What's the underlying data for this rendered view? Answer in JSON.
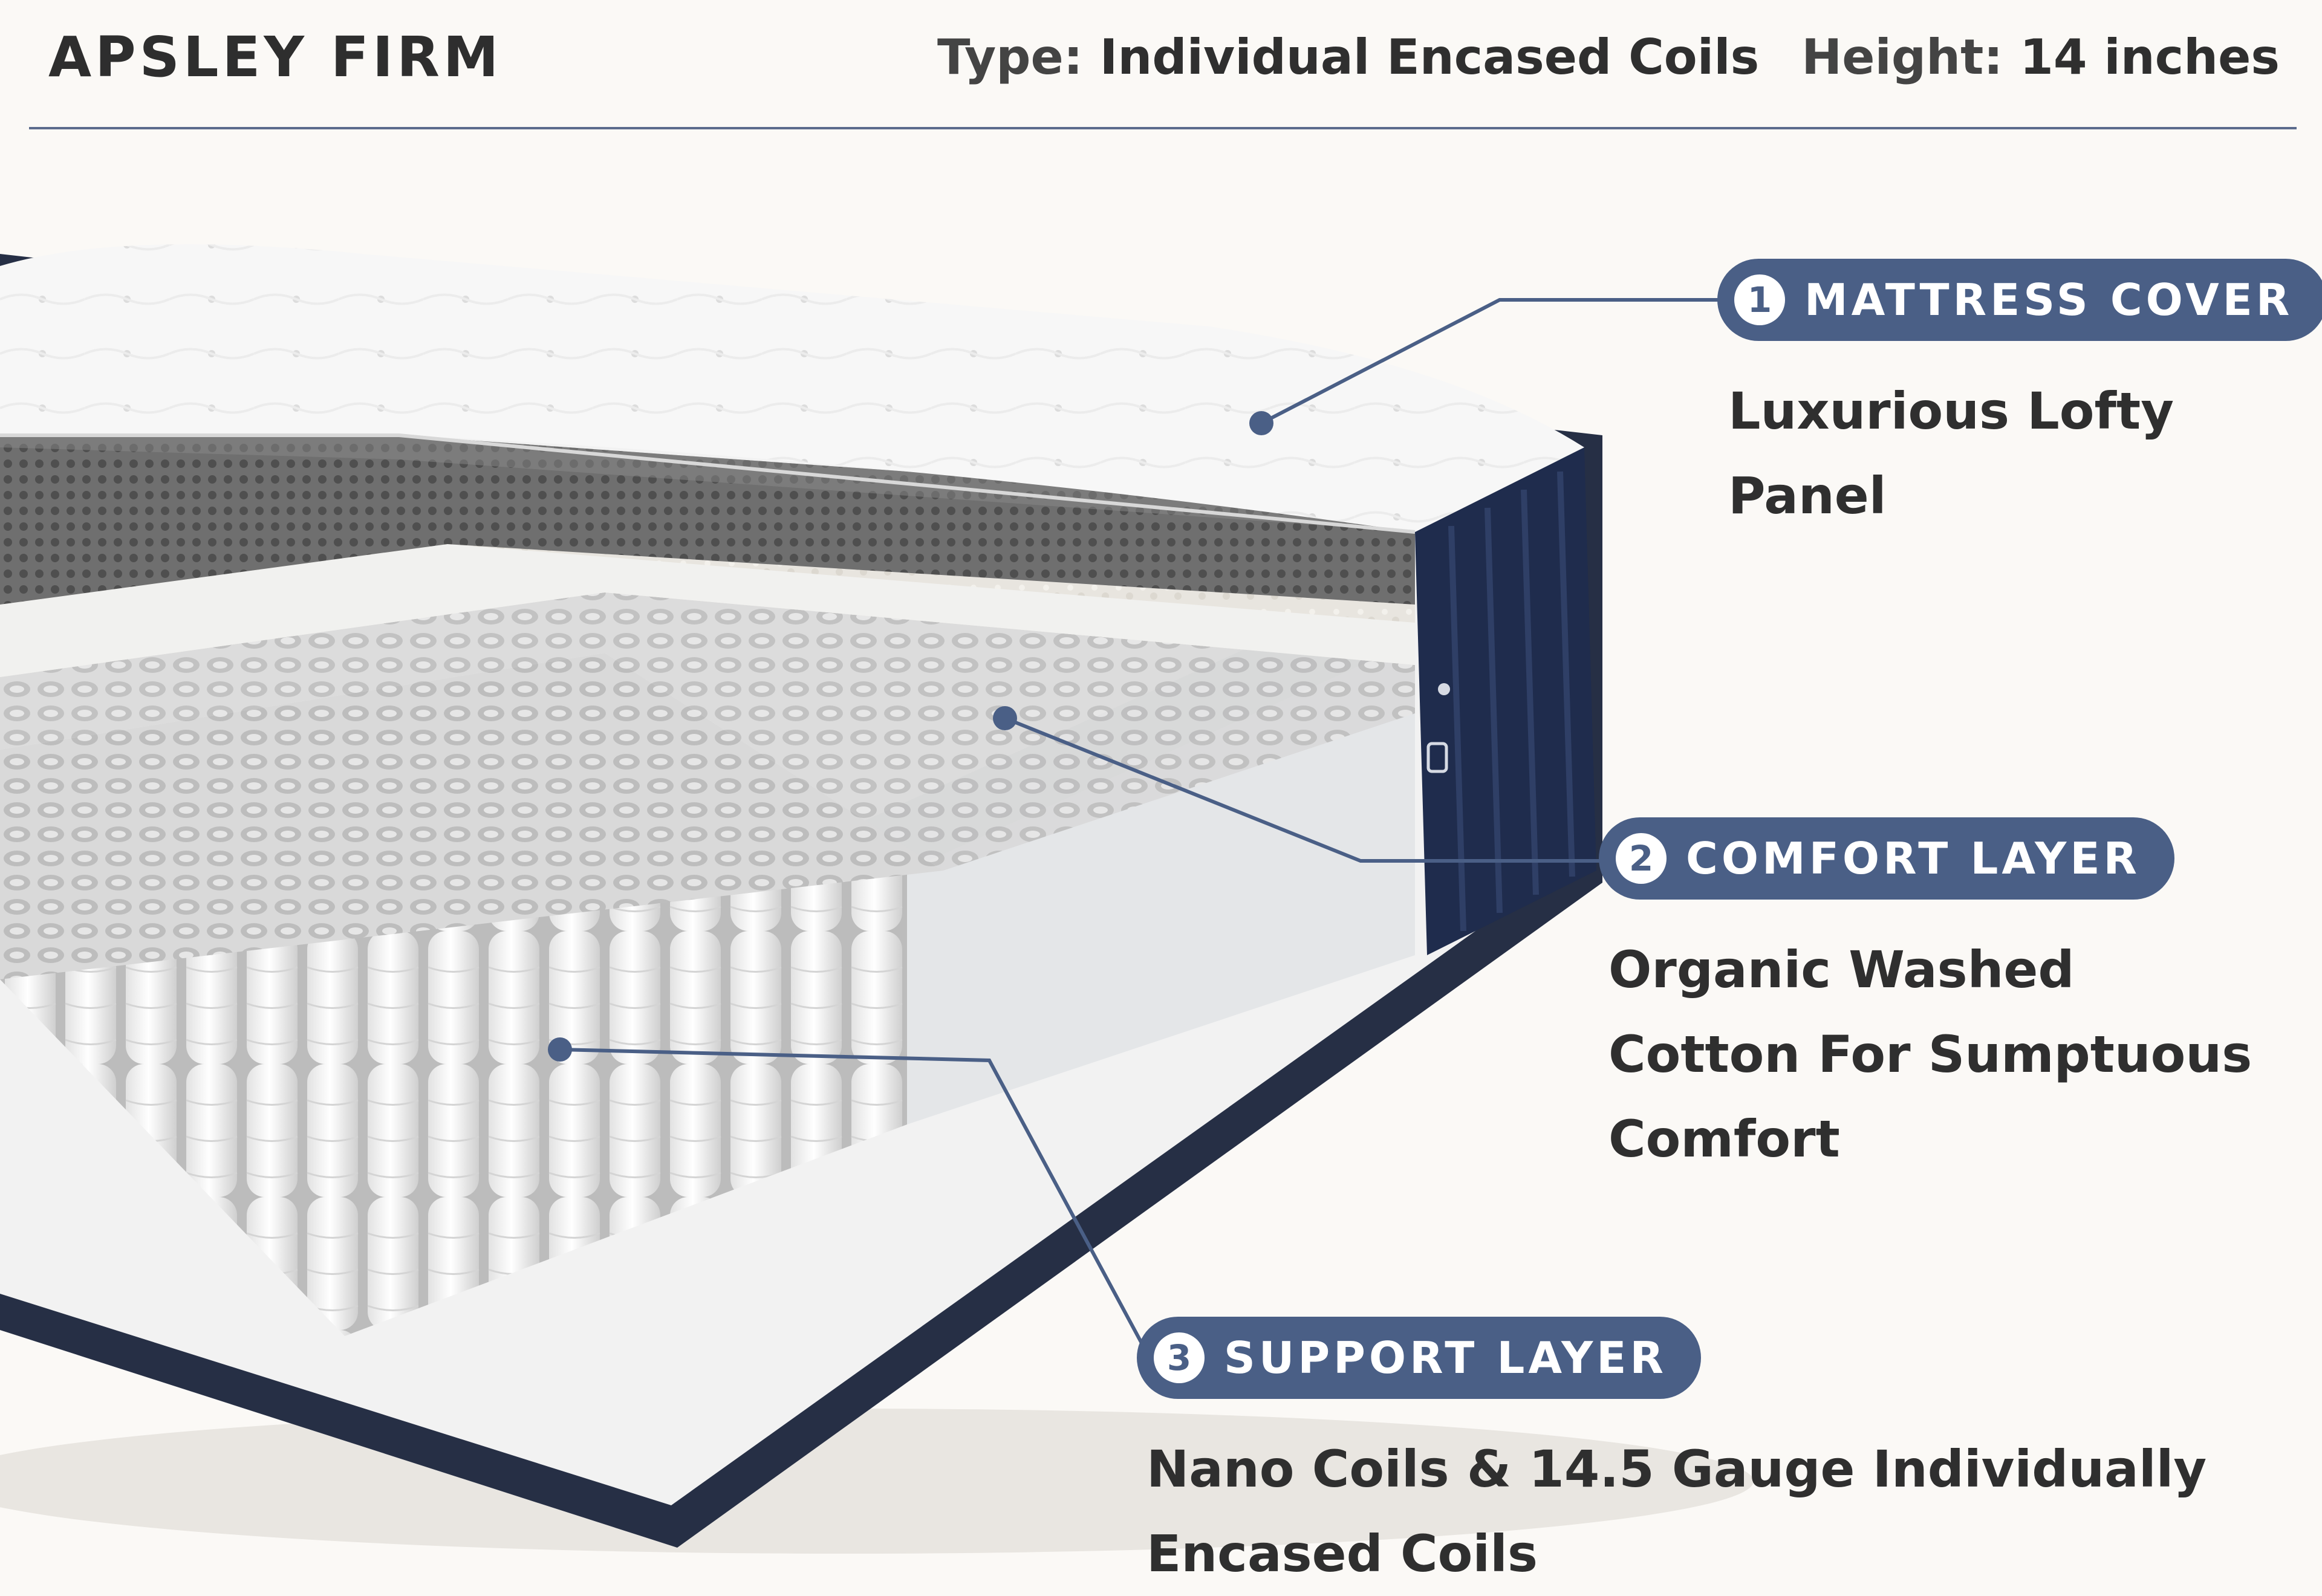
{
  "header": {
    "title": "APSLEY FIRM",
    "specs": [
      {
        "label": "Type:",
        "value": "Individual Encased Coils"
      },
      {
        "label": "Height:",
        "value": "14 inches"
      }
    ]
  },
  "layers": [
    {
      "number": "1",
      "name": "MATTRESS COVER",
      "description_lines": [
        "Luxurious Lofty",
        "Panel"
      ]
    },
    {
      "number": "2",
      "name": "COMFORT LAYER",
      "description_lines": [
        "Organic Washed",
        "Cotton For Sumptuous",
        "Comfort"
      ]
    },
    {
      "number": "3",
      "name": "SUPPORT LAYER",
      "description_lines": [
        "Nano Coils & 14.5 Gauge Individually",
        "Encased Coils"
      ]
    }
  ],
  "colors": {
    "accent": "#4a5f86",
    "background": "#fbf9f6",
    "mattress_border": "#1f2c4d"
  }
}
